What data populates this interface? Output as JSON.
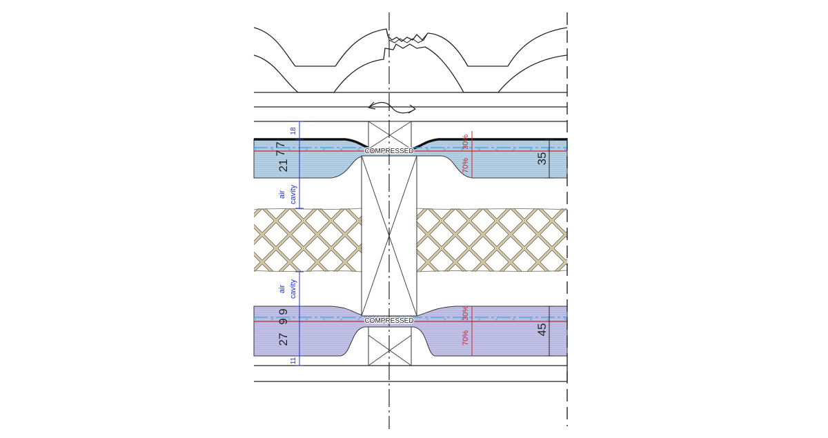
{
  "labels": {
    "compressed_top": "COMPRESSED",
    "compressed_bottom": "COMPRESSED",
    "air_cavity_top_1": "air",
    "air_cavity_top_2": "cavity",
    "air_cavity_bottom_1": "air",
    "air_cavity_bottom_2": "cavity"
  },
  "dimensions": {
    "top_18": "18",
    "top_7a": "7",
    "top_7b": "7",
    "top_21": "21",
    "top_35": "35",
    "top_pct_70": "70%",
    "top_pct_30": "30%",
    "bot_9a": "9",
    "bot_9b": "9",
    "bot_27": "27",
    "bot_11": "11",
    "bot_45": "45",
    "bot_pct_70": "70%",
    "bot_pct_30": "30%"
  },
  "colors": {
    "outer_layer": "#a9c7de",
    "inner_layer": "#b9b8e0",
    "insulation": "#ece0b8",
    "red_line": "#cc2222",
    "blue_dim": "#2233bb"
  }
}
